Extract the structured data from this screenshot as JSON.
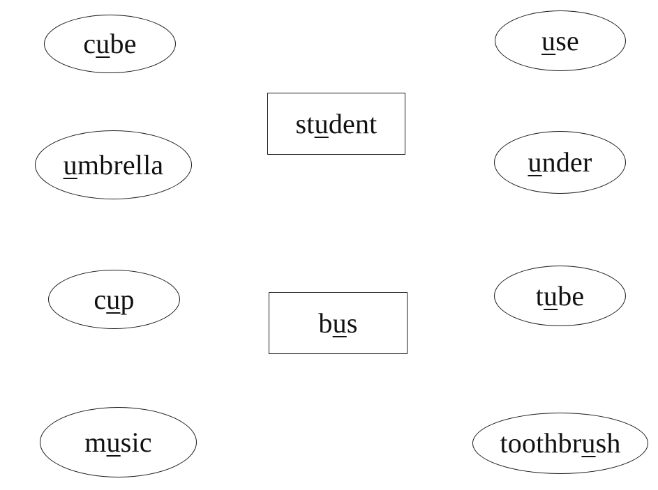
{
  "center_words": [
    {
      "id": "student",
      "pre": "st",
      "u": "u",
      "post": "dent"
    },
    {
      "id": "bus",
      "pre": "b",
      "u": "u",
      "post": "s"
    }
  ],
  "left_words": [
    {
      "id": "cube",
      "pre": "c",
      "u": "u",
      "post": "be"
    },
    {
      "id": "umbrella",
      "pre": "",
      "u": "u",
      "post": "mbrella"
    },
    {
      "id": "cup",
      "pre": "c",
      "u": "u",
      "post": "p"
    },
    {
      "id": "music",
      "pre": "m",
      "u": "u",
      "post": "sic"
    }
  ],
  "right_words": [
    {
      "id": "use",
      "pre": "",
      "u": "u",
      "post": "se"
    },
    {
      "id": "under",
      "pre": "",
      "u": "u",
      "post": "nder"
    },
    {
      "id": "tube",
      "pre": "t",
      "u": "u",
      "post": "be"
    },
    {
      "id": "toothbrush",
      "pre": "toothbr",
      "u": "u",
      "post": "sh"
    }
  ]
}
